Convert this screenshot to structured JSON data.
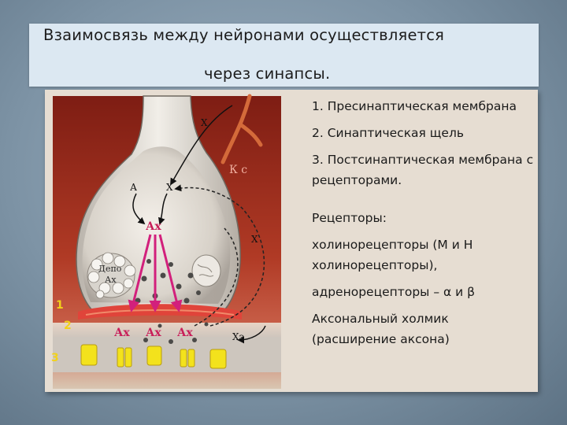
{
  "title": {
    "line1": "Взаимосвязь между нейронами осуществляется",
    "line2": "через синапсы."
  },
  "legend": {
    "item1": "1. Пресинаптическая мембрана",
    "item2": "2. Синаптическая щель",
    "item3": "3. Постсинаптическая мембрана с рецепторами."
  },
  "receptors": {
    "heading": "Рецепторы:",
    "line1": "холинорецепторы (М и Н холинорецепторы),",
    "line2": "адренорецепторы – α и β",
    "hillock": "Аксональный холмик (расширение аксона)"
  },
  "diagram": {
    "labels": {
      "ks": "К с",
      "a": "А",
      "x1": "Х",
      "x2": "Х",
      "x3": "Х",
      "ax_top": "Ах",
      "depot": "Депо",
      "depot_ax": "Ах",
      "ax1": "Ах",
      "ax2": "Ах",
      "ax3": "Ах",
      "xe": "Хэ",
      "n1": "1",
      "n2": "2",
      "n3": "3"
    },
    "colors": {
      "background_red": "#a4301f",
      "membrane_red": "#e0443a",
      "ax_label": "#c81f5a",
      "number_yellow": "#f2d21a",
      "receptor_yellow": "#f3e21c"
    }
  }
}
